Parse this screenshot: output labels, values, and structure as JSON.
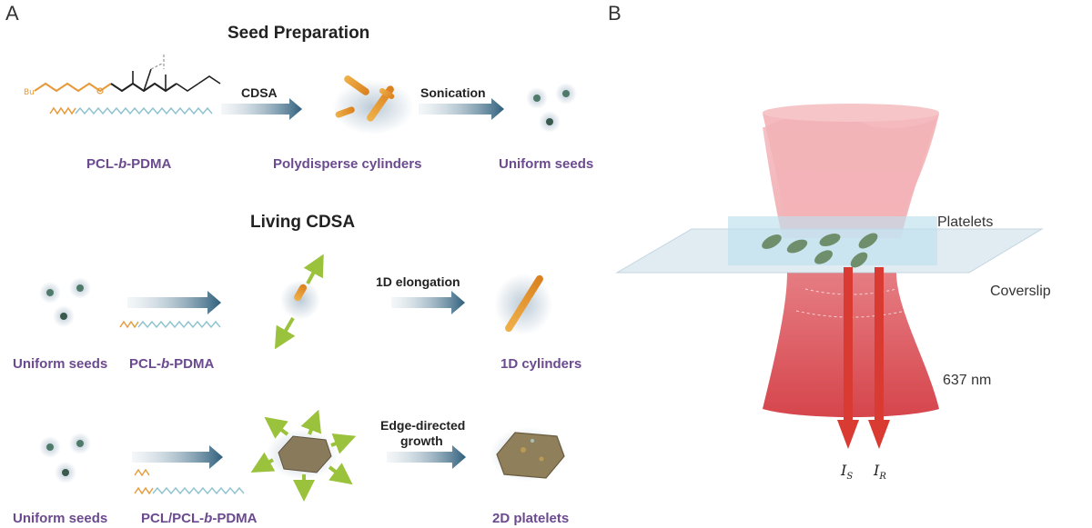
{
  "panel_a": {
    "letter": "A",
    "seed_preparation": {
      "title": "Seed Preparation",
      "step1": "CDSA",
      "step2": "Sonication",
      "polymer_label_pre": "PCL-",
      "polymer_label_b": "b",
      "polymer_label_post": "-PDMA",
      "cylinders_label": "Polydisperse cylinders",
      "seeds_label": "Uniform seeds"
    },
    "living_cdsa": {
      "title": "Living CDSA",
      "row1": {
        "seeds_label": "Uniform seeds",
        "polymer_pre": "PCL-",
        "polymer_b": "b",
        "polymer_post": "-PDMA",
        "step": "1D elongation",
        "product": "1D cylinders"
      },
      "row2": {
        "seeds_label": "Uniform seeds",
        "polymer_pre": "PCL/PCL-",
        "polymer_b": "b",
        "polymer_post": "-PDMA",
        "step_line1": "Edge-directed",
        "step_line2": "growth",
        "product": "2D platelets"
      }
    }
  },
  "panel_b": {
    "letter": "B",
    "platelets_label": "Platelets",
    "coverslip_label": "Coverslip",
    "wavelength_label": "637 nm",
    "intensity_s": {
      "symbol": "I",
      "sub": "S"
    },
    "intensity_r": {
      "symbol": "I",
      "sub": "R"
    }
  },
  "colors": {
    "purple_label": "#6b4a8f",
    "arrow_blue": "#2f5f7c",
    "cylinder_orange": "#e59a2a",
    "beam_red": "#d64a4f",
    "output_arrow_red": "#d93a32",
    "platelet_green": "#6f8e6c"
  }
}
